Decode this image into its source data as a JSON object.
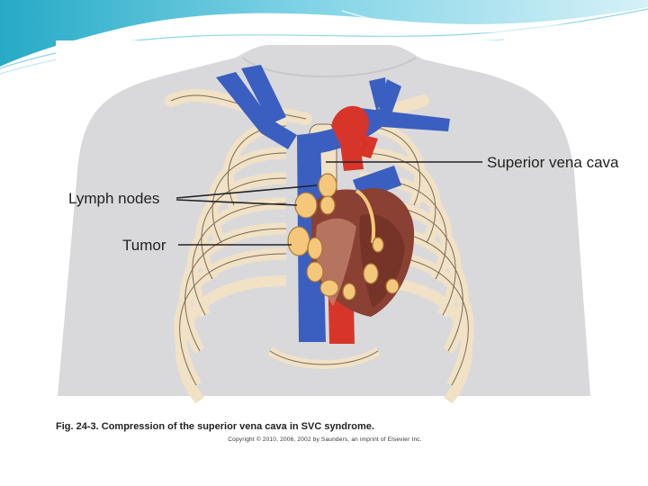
{
  "figure": {
    "labels": {
      "superior_vena_cava": "Superior vena cava",
      "lymph_nodes": "Lymph nodes",
      "tumor": "Tumor"
    },
    "caption_number": "Fig. 24-3.",
    "caption_text": "Compression of the superior vena cava in SVC syndrome.",
    "copyright": "Copyright © 2010, 2006, 2002 by Saunders, an imprint of Elsevier Inc."
  },
  "colors": {
    "vein_blue": "#3a5fc0",
    "artery_red": "#d8352a",
    "bone": "#f1e2c6",
    "body_gray": "#d9d9db",
    "lymph_node": "#f5c77a",
    "heart": "#8a4033",
    "slide_teal": "#1aa6c4"
  }
}
